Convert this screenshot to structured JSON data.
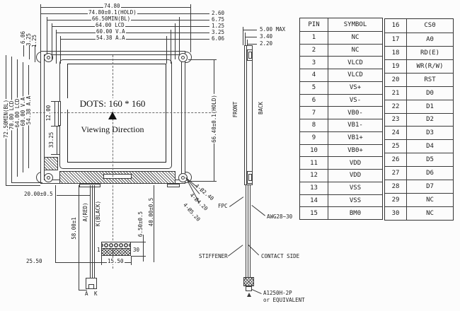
{
  "front_view": {
    "dots_label": "DOTS: 160 * 160",
    "viewing_direction_label": "Viewing Direction",
    "top_dims": [
      "74.80",
      "74.80±0.1(HOLD)",
      "66.50MIN(BL)",
      "64.00 LCD",
      "60.00 V.A",
      "54.38 A.A"
    ],
    "top_right_dims": [
      "2.60",
      "6.75",
      "1.25",
      "3.25",
      "6.06"
    ],
    "left_top_dims": [
      "6.06",
      "3.25",
      "1.25"
    ],
    "left_dims": [
      "72.50MIN(BL)",
      "70.00 LCD",
      "64.00 LCD",
      "60.00 V.A",
      "54.38 A.A"
    ],
    "inner_left_dims": [
      "12.00",
      "33.25"
    ],
    "right_dim": "66.40±0.1(HOLD)",
    "hole_callouts": [
      "4-Ø2.40",
      "4-Ø4.20",
      "4-Ø5.20"
    ],
    "bottom_dims": {
      "fpc_offset": "20.00±0.5",
      "wire_length": "58.00±1",
      "anode_wire": "A(RED)",
      "cathode_wire": "K(BLACK)",
      "pad_first_pin": "1",
      "pad_last_pin": "30",
      "pad_width": "15.50",
      "wire_offset": "25.50",
      "pad_drop": "40.00±0.5",
      "pad_height": "6.50±0.5",
      "terminal_a": "A",
      "terminal_k": "K"
    }
  },
  "side_view": {
    "thickness_dims": [
      "5.00 MAX",
      "3.40",
      "2.20"
    ],
    "front_label": "FRONT",
    "back_label": "BACK",
    "fpc_label": "FPC",
    "wire_gauge_label": "AWG28~30",
    "stiffener_label": "STIFFENER",
    "contact_side_label": "CONTACT SIDE",
    "connector_part": "A1250H-2P",
    "connector_part_2": "or EQUIVALENT"
  },
  "pin_table": {
    "headers": [
      "PIN",
      "SYMBOL"
    ],
    "left_rows": [
      [
        "1",
        "NC"
      ],
      [
        "2",
        "NC"
      ],
      [
        "3",
        "VLCD"
      ],
      [
        "4",
        "VLCD"
      ],
      [
        "5",
        "VS+"
      ],
      [
        "6",
        "VS-"
      ],
      [
        "7",
        "VB0-"
      ],
      [
        "8",
        "VB1-"
      ],
      [
        "9",
        "VB1+"
      ],
      [
        "10",
        "VB0+"
      ],
      [
        "11",
        "VDD"
      ],
      [
        "12",
        "VDD"
      ],
      [
        "13",
        "VSS"
      ],
      [
        "14",
        "VSS"
      ],
      [
        "15",
        "BM0"
      ]
    ],
    "right_rows": [
      [
        "16",
        "CS0"
      ],
      [
        "17",
        "A0"
      ],
      [
        "18",
        "RD(E)"
      ],
      [
        "19",
        "WR(R/W)"
      ],
      [
        "20",
        "RST"
      ],
      [
        "21",
        "D0"
      ],
      [
        "22",
        "D1"
      ],
      [
        "23",
        "D2"
      ],
      [
        "24",
        "D3"
      ],
      [
        "25",
        "D4"
      ],
      [
        "26",
        "D5"
      ],
      [
        "27",
        "D6"
      ],
      [
        "28",
        "D7"
      ],
      [
        "29",
        "NC"
      ],
      [
        "30",
        "NC"
      ]
    ]
  }
}
